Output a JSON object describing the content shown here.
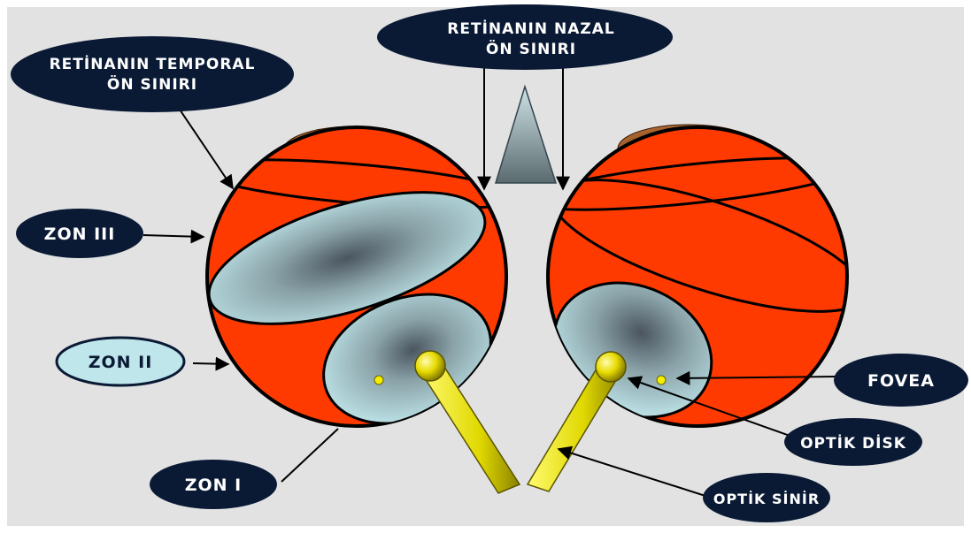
{
  "labels": {
    "temporal_line1": "RETİNANIN TEMPORAL",
    "temporal_line2": "ÖN SINIRI",
    "nasal_line1": "RETİNANIN NAZAL",
    "nasal_line2": "ÖN SINIRI",
    "zone3": "ZON III",
    "zone2": "ZON II",
    "zone1": "ZON I",
    "fovea": "FOVEA",
    "optic_disc": "OPTİK DİSK",
    "optic_nerve": "OPTİK SİNİR"
  },
  "colors": {
    "background": "#e2e2e2",
    "eyeball": "#ff3a00",
    "zone_fill": "#bfe6ea",
    "zone_shadow": "#4a5560",
    "label_pill": "#0a1a35",
    "label_light_pill": "#bfe6ea",
    "iris": "#8a4a1e",
    "pupil": "#000000",
    "optic_nerve": "#e0d800",
    "fovea": "#f5ee00",
    "triangle_top": "#cfe3e6",
    "triangle_bottom": "#5a6b70"
  }
}
